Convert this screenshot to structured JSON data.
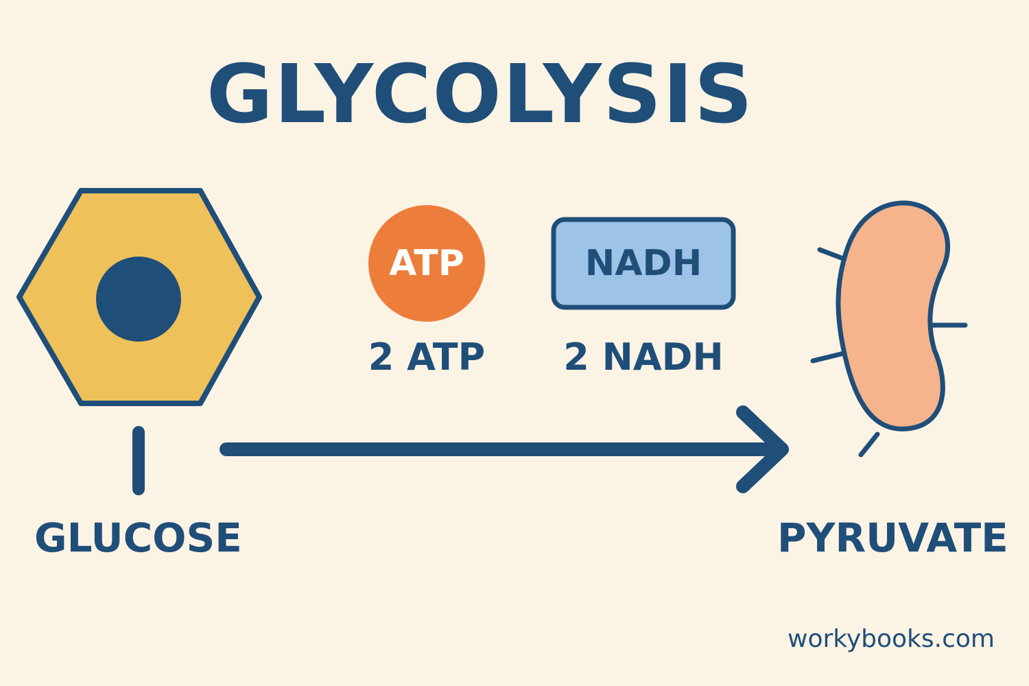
{
  "title": "GLYCOLYSIS",
  "nodes": {
    "glucose": {
      "label": "GLUCOSE",
      "icon": "hexagon-molecule-icon"
    },
    "pyruvate": {
      "label": "PYRUVATE",
      "icon": "bean-molecule-icon"
    }
  },
  "products": {
    "atp": {
      "badge": "ATP",
      "count": "2 ATP"
    },
    "nadh": {
      "badge": "NADH",
      "count": "2 NADH"
    }
  },
  "footer": {
    "website": "workybooks.com"
  },
  "colors": {
    "background": "#fbf3e4",
    "navy": "#1f4e79",
    "hexagon_fill": "#efc15a",
    "atp_orange": "#ed7d3a",
    "nadh_blue": "#9dc3e6",
    "bean_fill": "#f5b48c"
  }
}
